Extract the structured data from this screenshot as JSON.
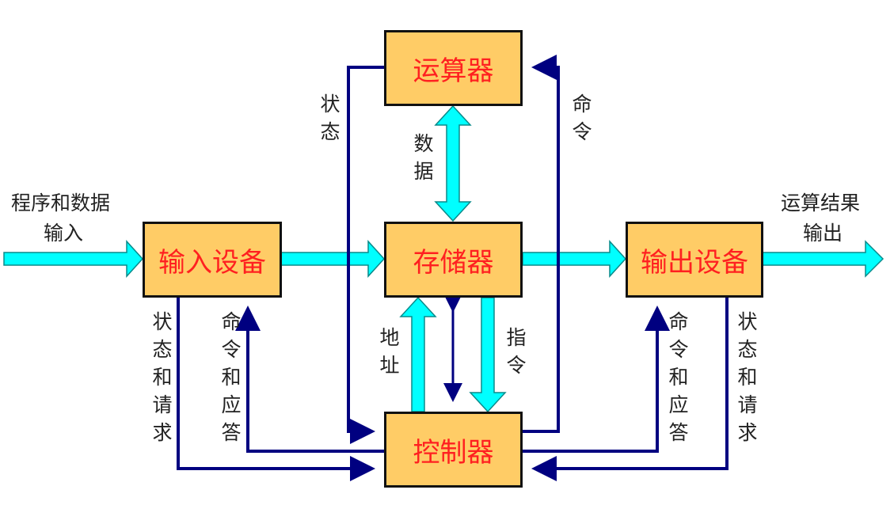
{
  "boxes": {
    "alu": "运算器",
    "memory": "存储器",
    "controller": "控制器",
    "input_device": "输入设备",
    "output_device": "输出设备"
  },
  "labels": {
    "program_input_line1": "程序和数据",
    "program_input_line2": "输入",
    "result_output_line1": "运算结果",
    "result_output_line2": "输出",
    "alu_status": "状态",
    "alu_command": "命令",
    "data": "数据",
    "address": "地址",
    "instruction": "指令",
    "input_status_request": "状态和请求",
    "input_command_response": "命令和应答",
    "output_command_response": "命令和应答",
    "output_status_request": "状态和请求"
  },
  "colors": {
    "box_fill": "#FFCC66",
    "box_text": "#FF2020",
    "data_arrow": "#00FFFF",
    "control_line": "#000080"
  }
}
